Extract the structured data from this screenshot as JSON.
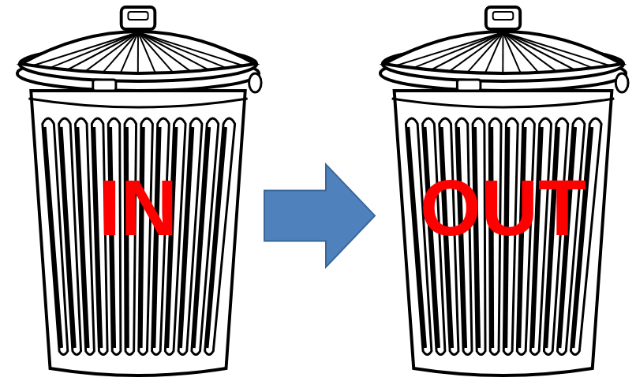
{
  "diagram": {
    "nodes": [
      {
        "text": [
          "IN"
        ]
      },
      {
        "text": [
          "OUT"
        ]
      }
    ],
    "edges": [
      {
        "from": 0,
        "to": 1,
        "arrow": "to"
      }
    ]
  }
}
